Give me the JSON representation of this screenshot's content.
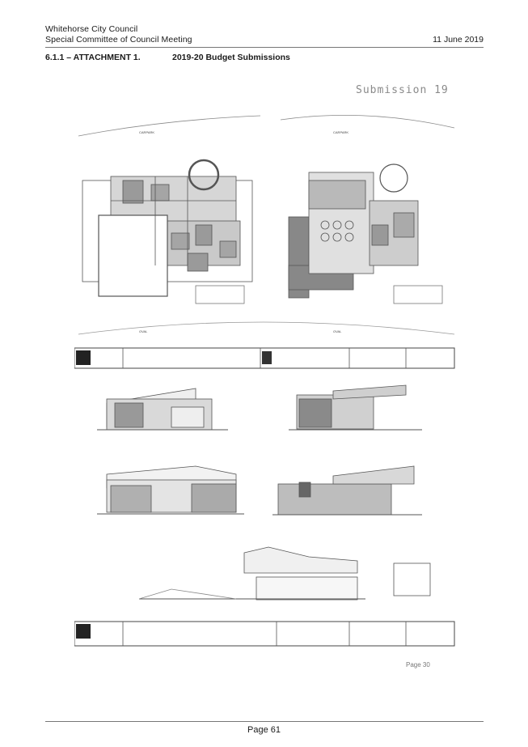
{
  "header": {
    "org": "Whitehorse City Council",
    "meeting": "Special Committee of Council Meeting",
    "date": "11 June 2019"
  },
  "attachment": {
    "label": "6.1.1 – ATTACHMENT 1.",
    "title": "2019-20 Budget Submissions"
  },
  "scan": {
    "submission_label": "Submission 19",
    "scan_page_label": "Page 30"
  },
  "drawing": {
    "top_plan_labels": [
      "CARPARK",
      "CARPARK"
    ],
    "bottom_plan_labels": [
      "OVAL",
      "OVAL"
    ]
  },
  "footer": {
    "page": "Page 61"
  }
}
